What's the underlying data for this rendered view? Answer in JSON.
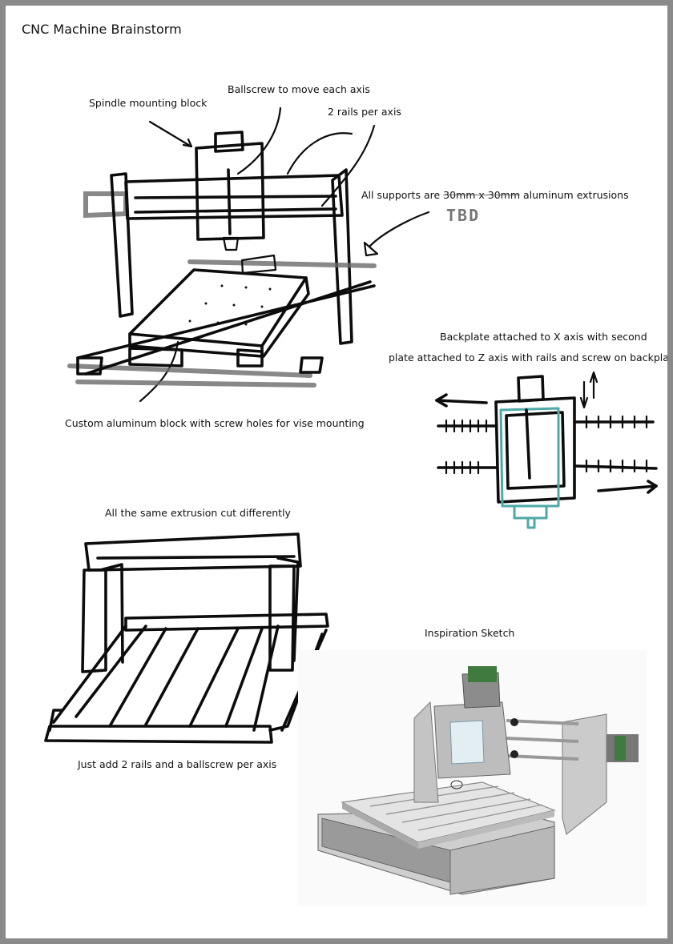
{
  "title": "CNC Machine Brainstorm",
  "labels": {
    "spindle": "Spindle mounting block",
    "ballscrew": "Ballscrew to move each axis",
    "rails": "2 rails per axis",
    "supports_pre": "All supports are ",
    "supports_struck": "30mm x 30mm",
    "supports_post": " aluminum extrusions",
    "tbd": "TBD",
    "backplate_1": "Backplate attached to X axis with second",
    "backplate_2": "plate attached to Z axis with rails and screw on backplate",
    "custom_block": "Custom aluminum block with screw holes for vise mounting",
    "extrusion": "All the same extrusion cut differently",
    "just_add": "Just add 2 rails and a ballscrew per axis",
    "inspiration": "Inspiration Sketch"
  },
  "colors": {
    "ink": "#0c0c0c",
    "teal": "#4ea9a6",
    "grey_pencil": "#6a6a6a",
    "page_bg": "#ffffff",
    "frame": "#8a8a8a"
  }
}
